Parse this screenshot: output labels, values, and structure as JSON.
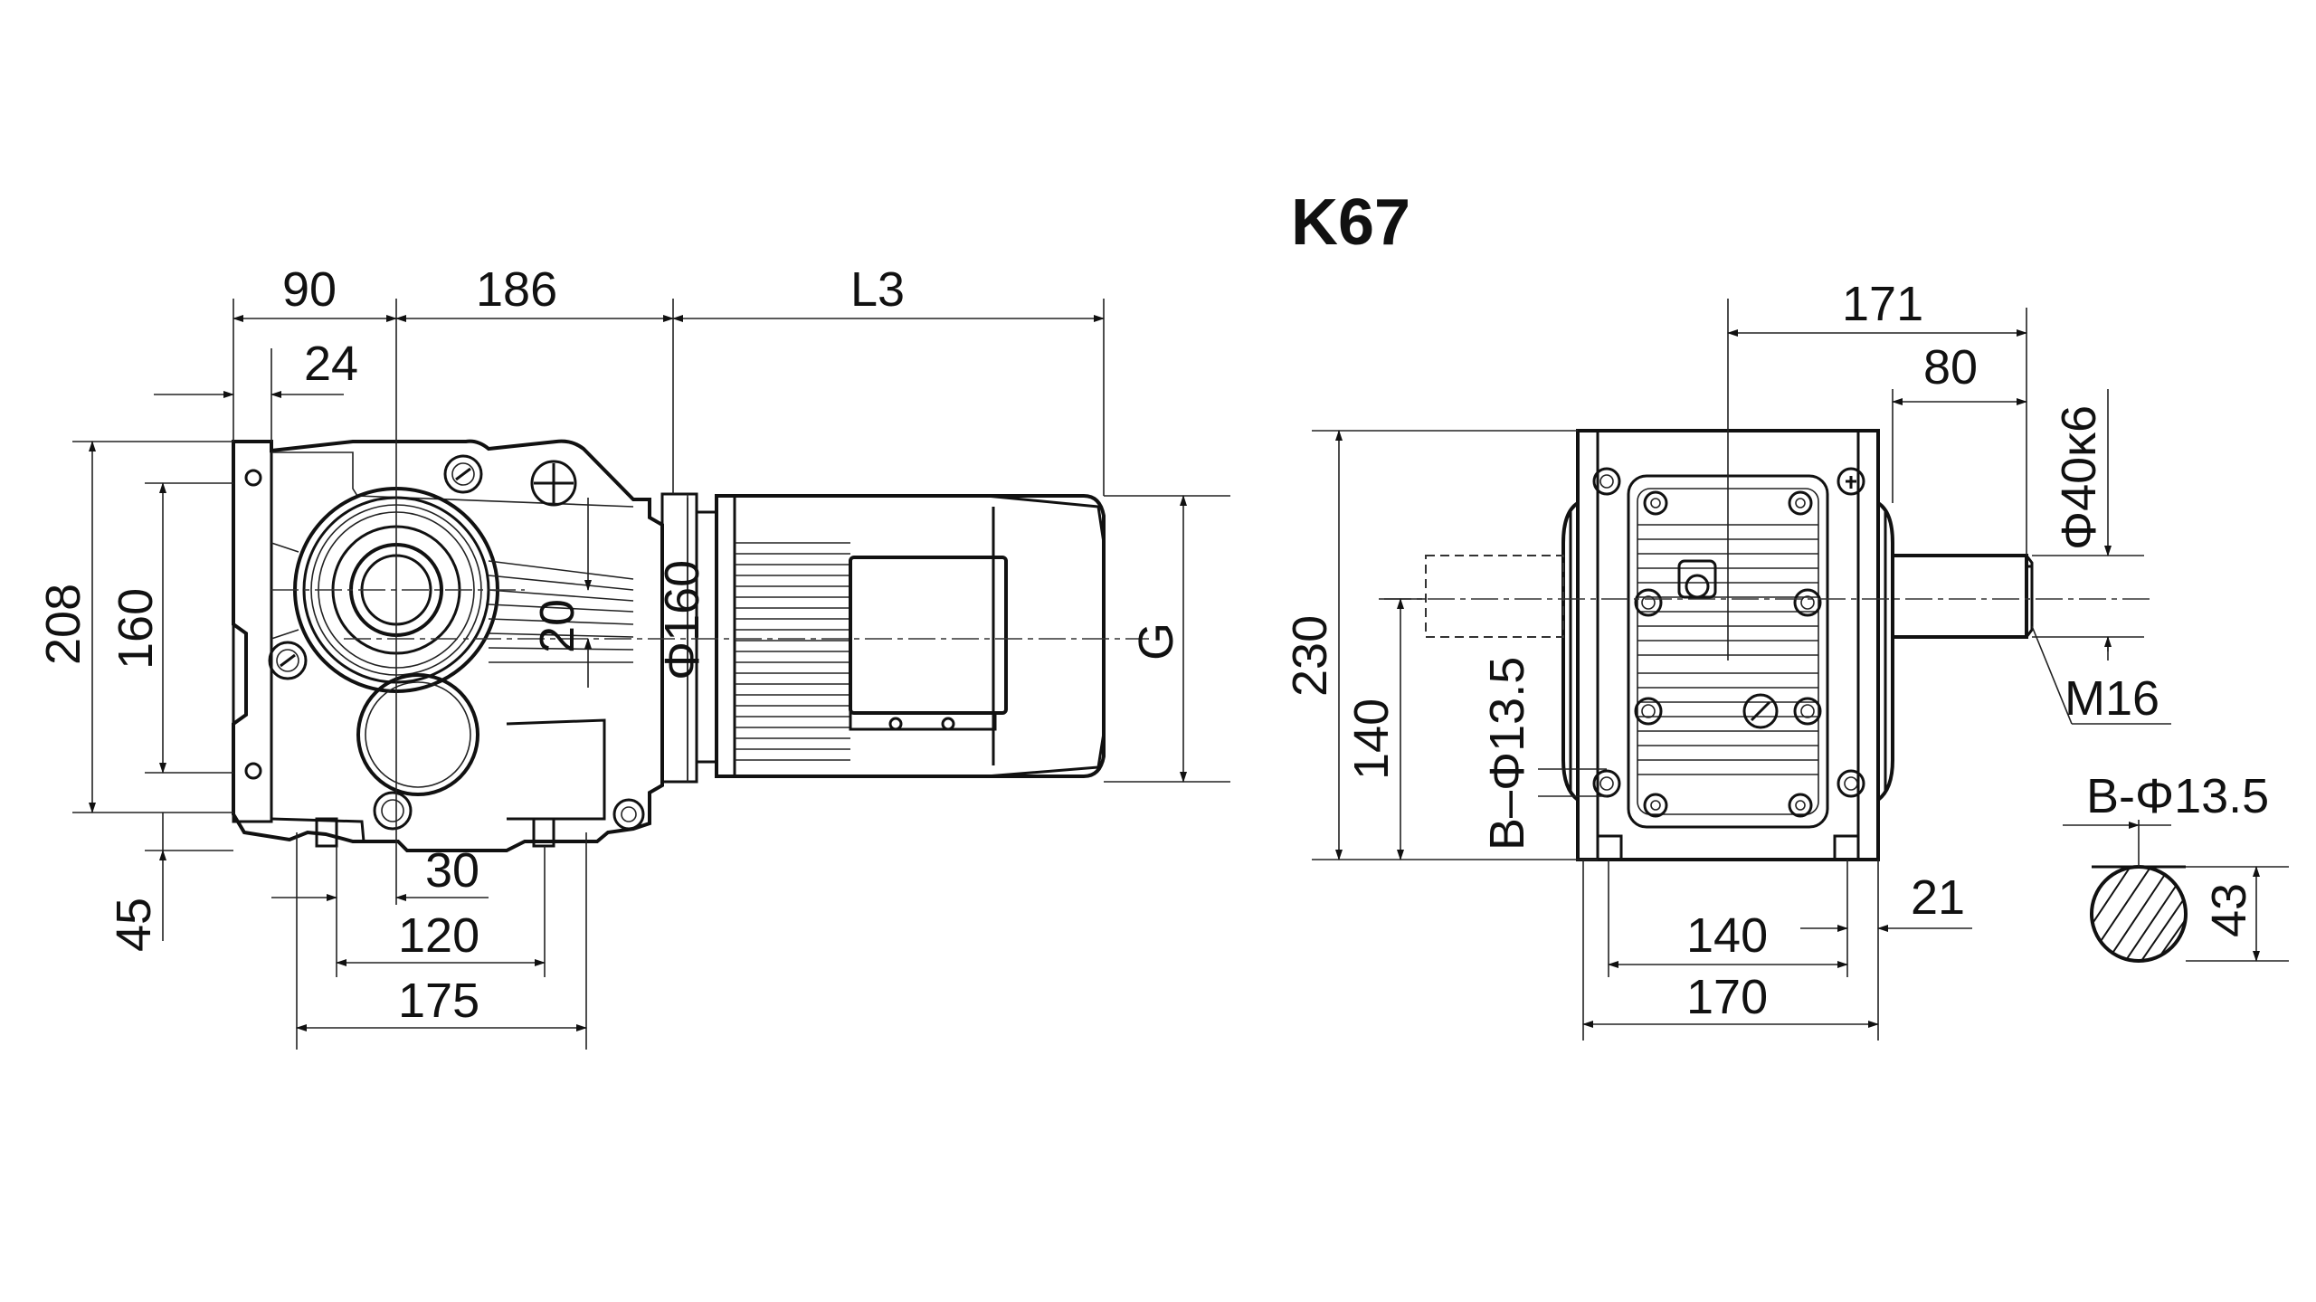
{
  "title": "K67",
  "side_view": {
    "dim_90": "90",
    "dim_186": "186",
    "dim_l3": "L3",
    "dim_24": "24",
    "dim_208": "208",
    "dim_160": "160",
    "dim_20": "20",
    "dim_phi160": "Φ160",
    "dim_g": "G",
    "dim_45": "45",
    "dim_30": "30",
    "dim_120": "120",
    "dim_175": "175"
  },
  "front_view": {
    "dim_171": "171",
    "dim_80": "80",
    "dim_phi40k6": "Φ40κ6",
    "dim_m16": "M16",
    "dim_230": "230",
    "dim_140_v": "140",
    "dim_b_phi_v": "B–Φ13.5",
    "dim_21": "21",
    "dim_140_h": "140",
    "dim_170": "170"
  },
  "shaft_section": {
    "dim_b_phi": "B-Φ13.5",
    "dim_43": "43"
  }
}
